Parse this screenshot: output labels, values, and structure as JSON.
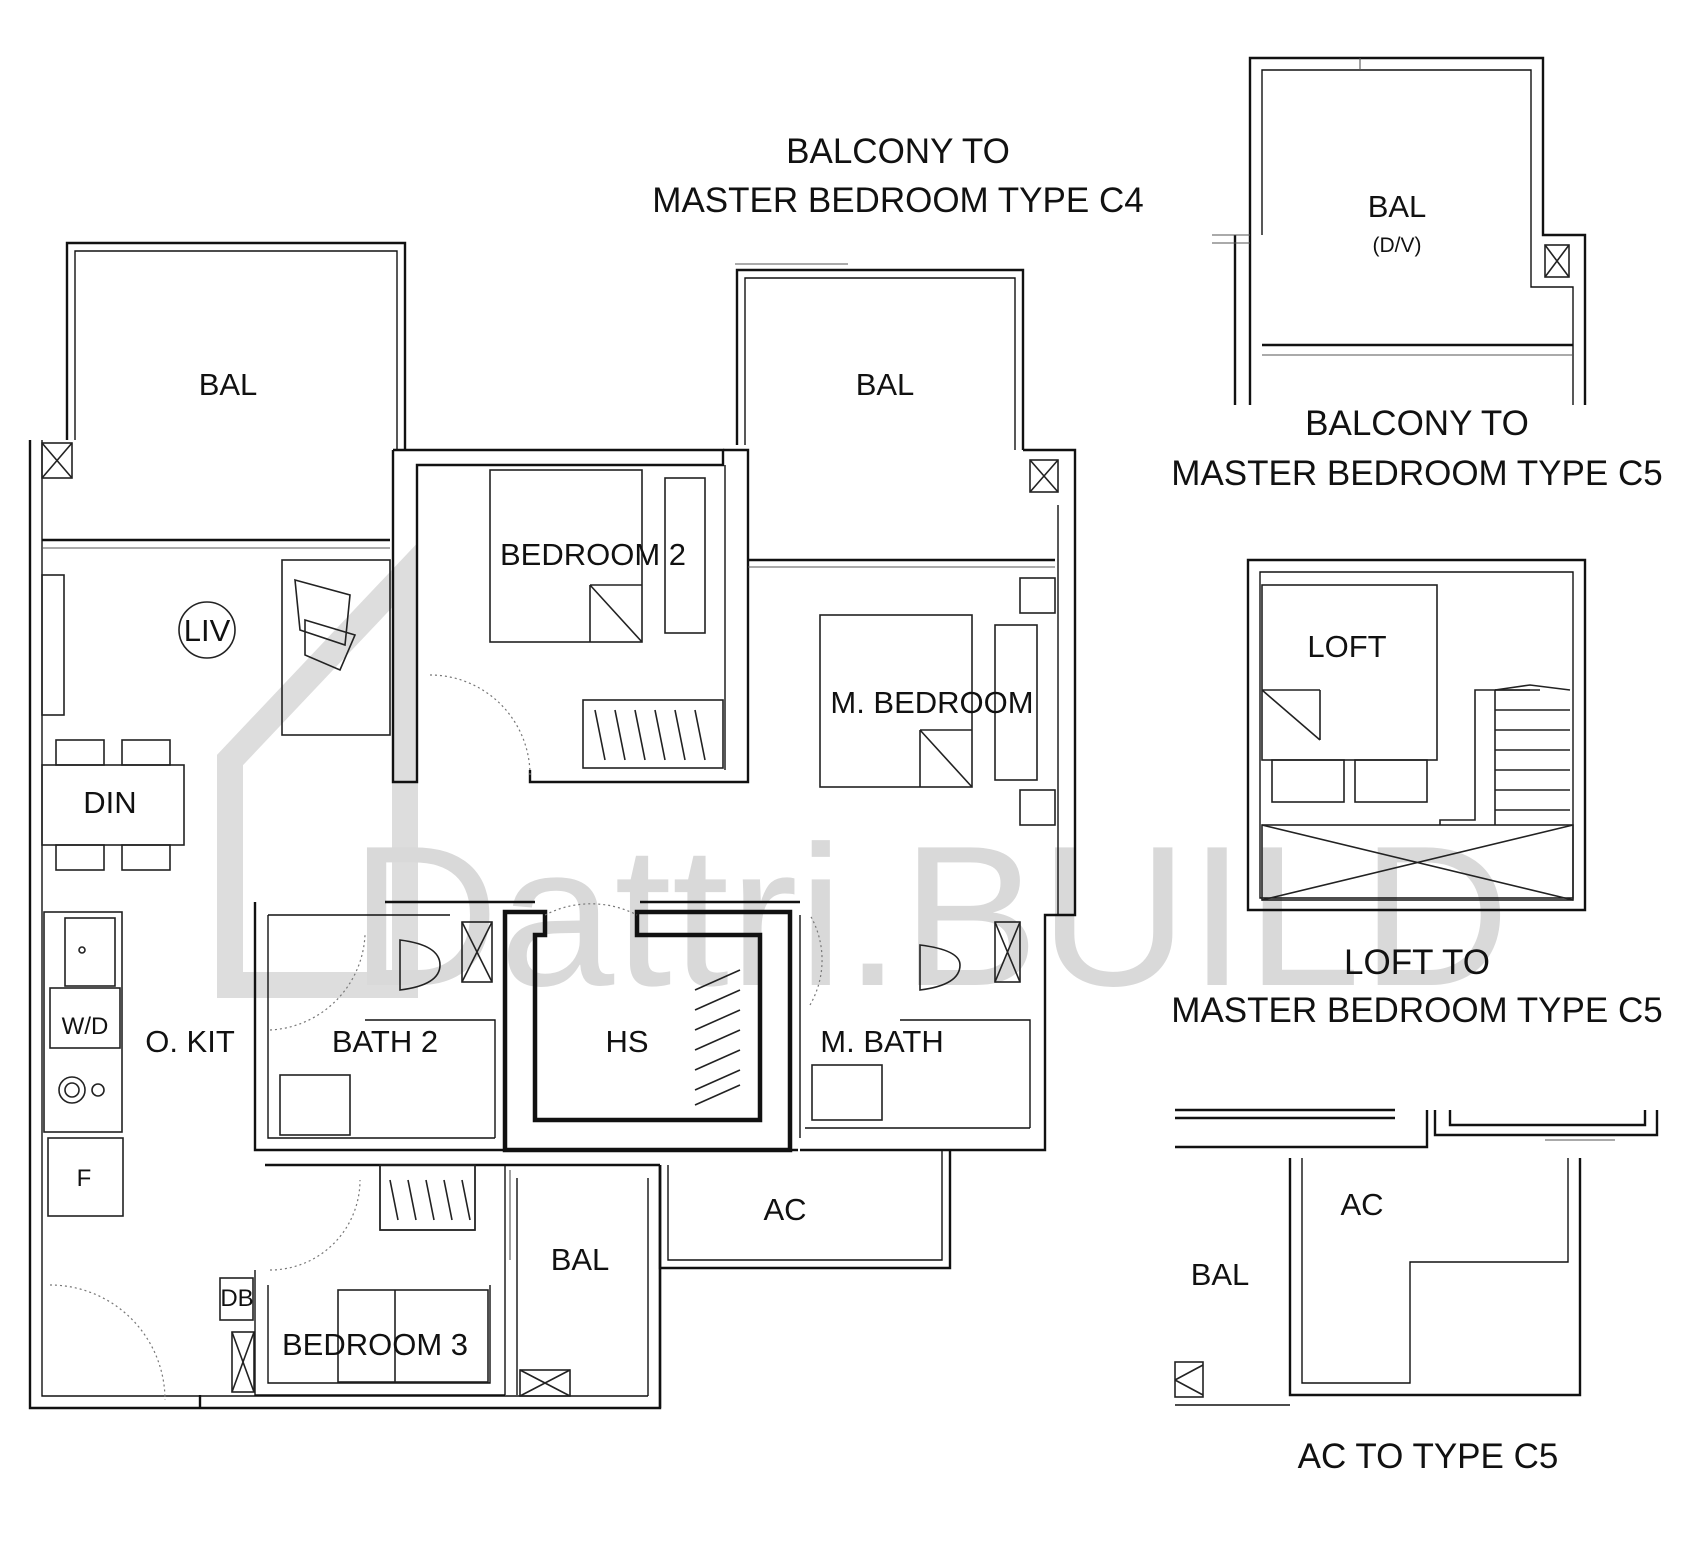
{
  "watermark": {
    "text": "Dattri.BUILD"
  },
  "rooms": {
    "bal_living": "BAL",
    "bal_master": "BAL",
    "bedroom2": "BEDROOM 2",
    "liv": "LIV",
    "m_bedroom": "M. BEDROOM",
    "din": "DIN",
    "wd": "W/D",
    "o_kit": "O. KIT",
    "bath2": "BATH 2",
    "hs": "HS",
    "m_bath": "M. BATH",
    "f": "F",
    "ac": "AC",
    "bal_bedroom3": "BAL",
    "db": "DB",
    "bedroom3": "BEDROOM 3"
  },
  "insets": {
    "c4_caption": [
      "BALCONY TO",
      "MASTER BEDROOM TYPE C4"
    ],
    "c5_balcony": {
      "bal": "BAL",
      "bal_note": "(D/V)",
      "caption": [
        "BALCONY TO",
        "MASTER BEDROOM TYPE C5"
      ]
    },
    "c5_loft": {
      "loft": "LOFT",
      "caption": [
        "LOFT TO",
        "MASTER BEDROOM TYPE C5"
      ]
    },
    "c5_ac": {
      "ac": "AC",
      "bal": "BAL",
      "caption": [
        "AC TO TYPE C5"
      ]
    }
  }
}
